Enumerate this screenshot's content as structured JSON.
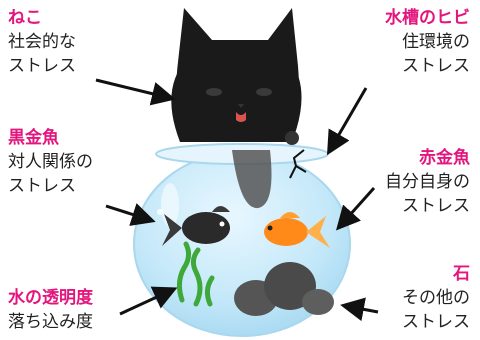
{
  "colors": {
    "accent": "#e4157e",
    "text": "#222222",
    "arrow": "#111111",
    "cat": "#1a1a1a",
    "water": "#bfe6f8",
    "red_fish": "#ff8a1a",
    "black_fish": "#2a2a2a",
    "weed": "#3fa83a",
    "stone": "#555555"
  },
  "labels": {
    "cat": {
      "title": "ねこ",
      "line1": "社会的な",
      "line2": "ストレス"
    },
    "tank_crack": {
      "title": "水槽のヒビ",
      "line1": "住環境の",
      "line2": "ストレス"
    },
    "black_goldfish": {
      "title": "黒金魚",
      "line1": "対人関係の",
      "line2": "ストレス"
    },
    "red_goldfish": {
      "title": "赤金魚",
      "line1": "自分自身の",
      "line2": "ストレス"
    },
    "water_clarity": {
      "title": "水の透明度",
      "line1": "落ち込み度"
    },
    "stone": {
      "title": "石",
      "line1": "その他の",
      "line2": "ストレス"
    }
  }
}
